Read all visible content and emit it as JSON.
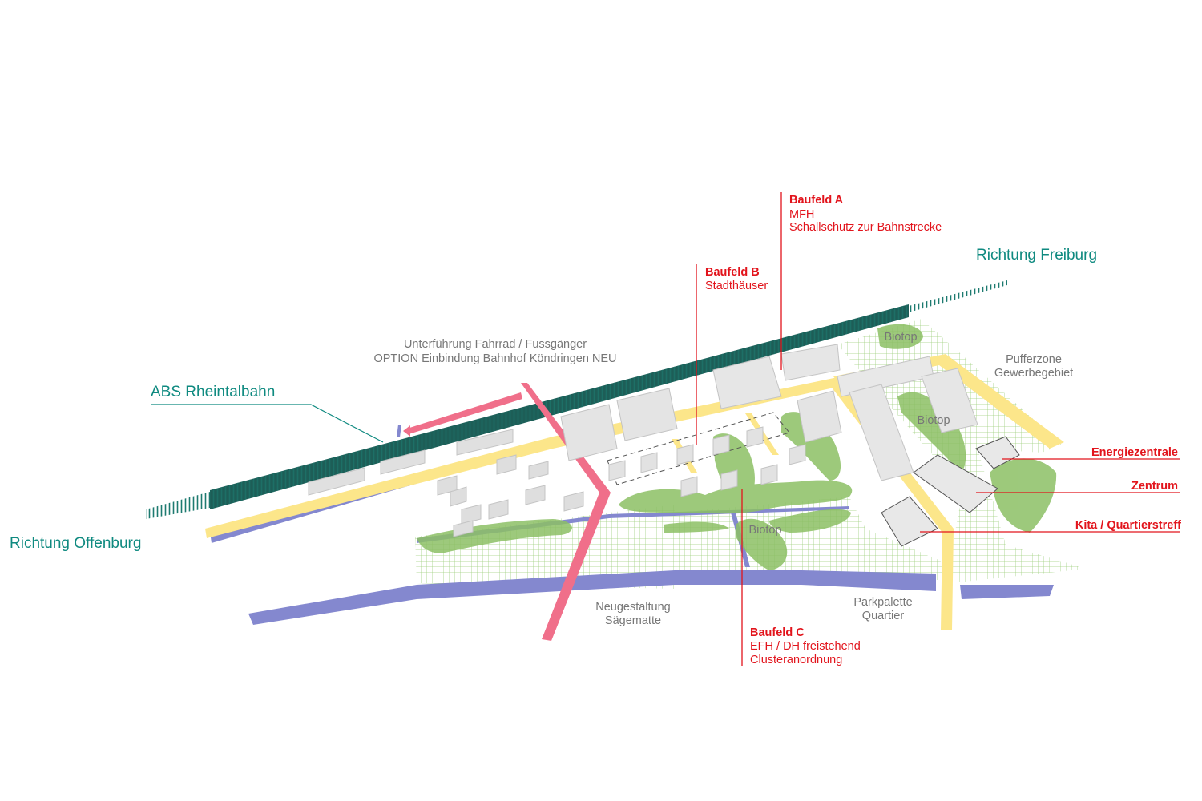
{
  "colors": {
    "rail": "#1d5e57",
    "road": "#fce68a",
    "path": "#f06f8a",
    "water": "#8488cf",
    "green": "#8cc065",
    "hatch": "#9fcf7e",
    "building": "#dcdcdc",
    "label_teal": "#0f8a80",
    "label_red": "#e2141c",
    "label_grey": "#777777"
  },
  "labels": {
    "richtung_freiburg": "Richtung Freiburg",
    "richtung_offenburg": "Richtung Offenburg",
    "abs_rheintalbahn": "ABS Rheintalbahn",
    "unterfuehrung_line1": "Unterführung Fahrrad / Fussgänger",
    "unterfuehrung_line2": "OPTION Einbindung Bahnhof Köndringen NEU",
    "pufferzone_line1": "Pufferzone",
    "pufferzone_line2": "Gewerbegebiet",
    "biotop": "Biotop",
    "neugestaltung_line1": "Neugestaltung",
    "neugestaltung_line2": "Sägematte",
    "parkpalette_line1": "Parkpalette",
    "parkpalette_line2": "Quartier"
  },
  "baufelder": {
    "a": {
      "title": "Baufeld A",
      "line1": "MFH",
      "line2": "Schallschutz zur Bahnstrecke"
    },
    "b": {
      "title": "Baufeld B",
      "line1": "Stadthäuser"
    },
    "c": {
      "title": "Baufeld C",
      "line1": "EFH / DH freistehend",
      "line2": "Clusteranordnung"
    }
  },
  "callouts": {
    "energiezentrale": "Energiezentrale",
    "zentrum": "Zentrum",
    "kita": "Kita / Quartierstreff"
  }
}
